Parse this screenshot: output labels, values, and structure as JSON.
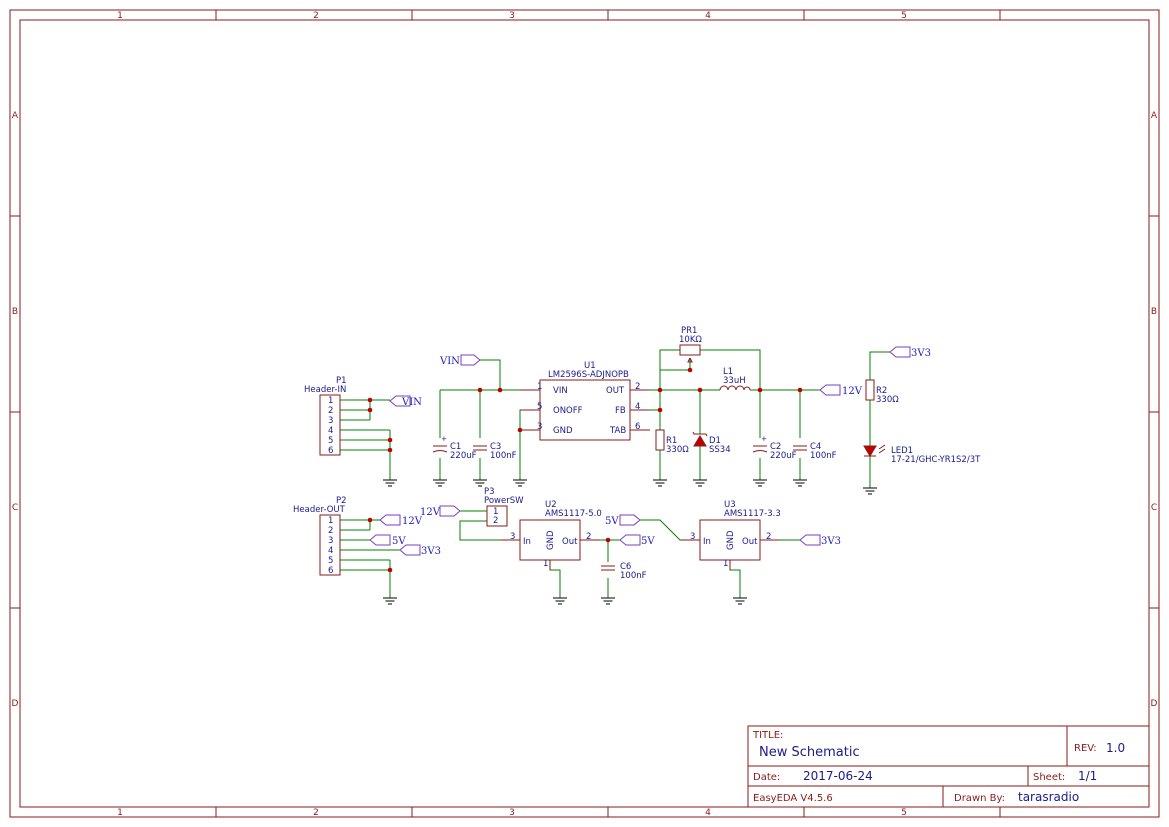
{
  "zones": {
    "columns": [
      "1",
      "2",
      "3",
      "4",
      "5"
    ],
    "rows": [
      "A",
      "B",
      "C",
      "D"
    ]
  },
  "nets": {
    "vin": "VIN",
    "v12": "12V",
    "v5": "5V",
    "v3v3": "3V3"
  },
  "components": {
    "u1": {
      "ref": "U1",
      "value": "LM2596S-ADJNOPB",
      "pins": [
        {
          "num": "1",
          "name": "VIN"
        },
        {
          "num": "5",
          "name": "ONOFF"
        },
        {
          "num": "3",
          "name": "GND"
        },
        {
          "num": "2",
          "name": "OUT"
        },
        {
          "num": "4",
          "name": "FB"
        },
        {
          "num": "6",
          "name": "TAB"
        }
      ]
    },
    "pr1": {
      "ref": "PR1",
      "value": "10KΩ"
    },
    "l1": {
      "ref": "L1",
      "value": "33uH"
    },
    "c1": {
      "ref": "C1",
      "value": "220uF"
    },
    "c3": {
      "ref": "C3",
      "value": "100nF"
    },
    "r1": {
      "ref": "R1",
      "value": "330Ω"
    },
    "d1": {
      "ref": "D1",
      "value": "SS34"
    },
    "c2": {
      "ref": "C2",
      "value": "220uF"
    },
    "c4": {
      "ref": "C4",
      "value": "100nF"
    },
    "r2": {
      "ref": "R2",
      "value": "330Ω"
    },
    "led1": {
      "ref": "LED1",
      "value": "17-21/GHC-YR1S2/3T"
    },
    "p1": {
      "ref": "P1",
      "value": "Header-IN",
      "pins": [
        "1",
        "2",
        "3",
        "4",
        "5",
        "6"
      ]
    },
    "p2": {
      "ref": "P2",
      "value": "Header-OUT",
      "pins": [
        "1",
        "2",
        "3",
        "4",
        "5",
        "6"
      ]
    },
    "p3": {
      "ref": "P3",
      "value": "PowerSW",
      "pins": [
        "1",
        "2"
      ]
    },
    "u2": {
      "ref": "U2",
      "value": "AMS1117-5.0",
      "pin_in": "In",
      "pin_out": "Out",
      "pin_gnd": "GND",
      "num_in": "3",
      "num_out": "2",
      "num_gnd": "1"
    },
    "u3": {
      "ref": "U3",
      "value": "AMS1117-3.3",
      "pin_in": "In",
      "pin_out": "Out",
      "pin_gnd": "GND",
      "num_in": "3",
      "num_out": "2",
      "num_gnd": "1"
    },
    "c6": {
      "ref": "C6",
      "value": "100nF"
    }
  },
  "title_block": {
    "title_label": "TITLE:",
    "title": "New Schematic",
    "rev_label": "REV:",
    "rev": "1.0",
    "date_label": "Date:",
    "date": "2017-06-24",
    "sheet_label": "Sheet:",
    "sheet": "1/1",
    "software": "EasyEDA V4.5.6",
    "drawn_label": "Drawn By:",
    "drawn_by": "tarasradio"
  },
  "colors": {
    "frame": "#8b1a1a",
    "wire": "#008000",
    "label": "#1a1a8b",
    "net_flag": "#7b3fbf",
    "junction": "#c00000"
  }
}
